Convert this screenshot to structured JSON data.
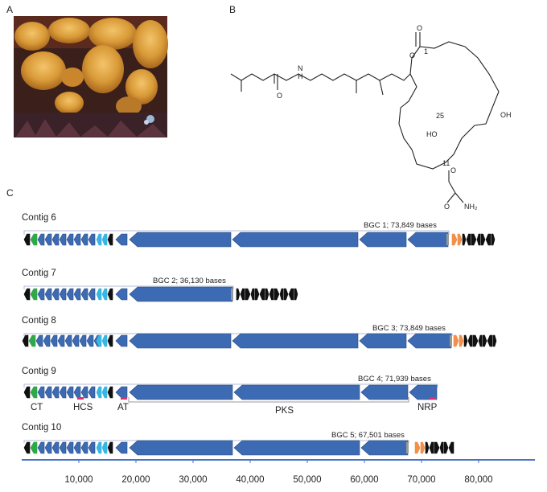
{
  "panels": {
    "a": "A",
    "b": "B",
    "c": "C"
  },
  "chemical": {
    "atom_1": "1",
    "atom_25": "25",
    "atom_11": "11",
    "oh_1": "OH",
    "oh_2": "HO",
    "nh": "N",
    "h_of_nh": "H",
    "o_label": "O",
    "nh2": "NH₂"
  },
  "contigs": [
    {
      "label": "Contig 6",
      "bgc": "BGC 1; 73,849 bases"
    },
    {
      "label": "Contig 7",
      "bgc": "BGC 2; 36,130 bases"
    },
    {
      "label": "Contig 8",
      "bgc": "BGC 3; 73,849 bases"
    },
    {
      "label": "Contig 9",
      "bgc": "BGC 4; 71,939 bases"
    },
    {
      "label": "Contig 10",
      "bgc": "BGC 5; 67,501 bases"
    }
  ],
  "annotations": {
    "ct": "CT",
    "hcs": "HCS",
    "at": "AT",
    "pks": "PKS",
    "nrp": "NRP"
  },
  "axis": {
    "ticks": [
      "10,000",
      "20,000",
      "30,000",
      "40,000",
      "50,000",
      "60,000",
      "70,000",
      "80,000"
    ]
  },
  "colors": {
    "gene_blue": "#3d6bb3",
    "gene_outline": "#26477e",
    "green": "#2fa84a",
    "cyan": "#38b7e3",
    "orange": "#f0904a",
    "black": "#111111",
    "grey": "#999999",
    "red": "#e0306a",
    "axis": "#4a72c4"
  }
}
